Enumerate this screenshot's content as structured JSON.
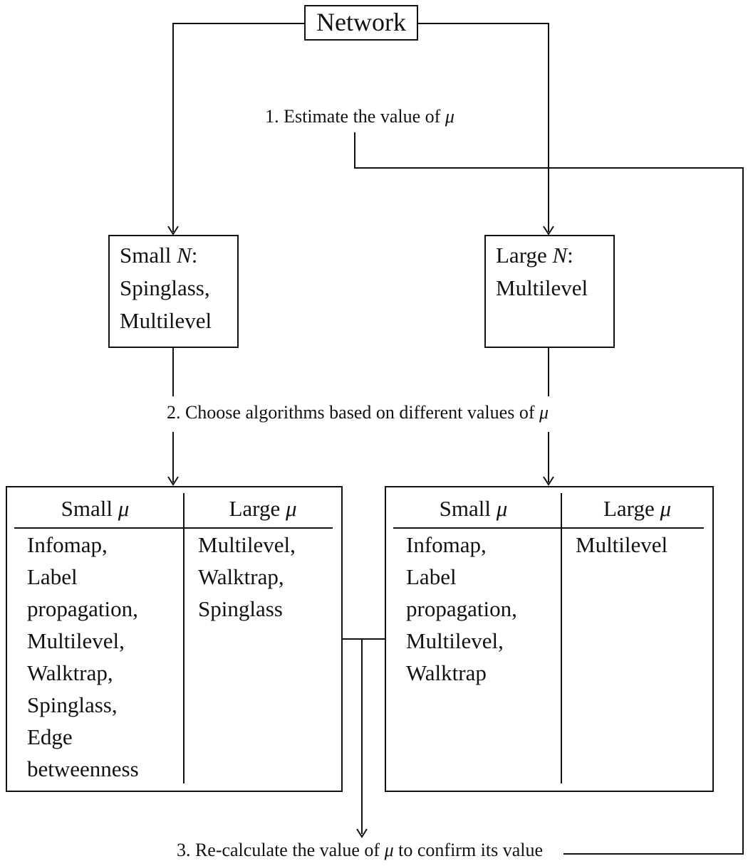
{
  "colors": {
    "ink": "#121212",
    "background": "#ffffff"
  },
  "network_box": {
    "label": "Network"
  },
  "steps": {
    "step1": {
      "prefix": "1. Estimate the value of ",
      "mu": "μ"
    },
    "step2": {
      "prefix": "2. Choose algorithms based on different values of ",
      "mu": "μ"
    },
    "step3": {
      "prefix": "3. Re-calculate the value of ",
      "mu": "μ",
      "suffix": " to confirm its value"
    }
  },
  "small_n_box": {
    "prefix": "Small ",
    "var": "N",
    "colon": ":",
    "lines": [
      "Spinglass,",
      "Multilevel"
    ]
  },
  "large_n_box": {
    "prefix": "Large ",
    "var": "N",
    "colon": ":",
    "lines": [
      "Multilevel"
    ]
  },
  "left_table": {
    "header_small": {
      "prefix": "Small ",
      "mu": "μ"
    },
    "header_large": {
      "prefix": "Large ",
      "mu": "μ"
    },
    "small_mu_lines": [
      "Infomap,",
      "Label",
      "propagation,",
      "Multilevel,",
      "Walktrap,",
      "Spinglass,",
      "Edge",
      "betweenness"
    ],
    "large_mu_lines": [
      "Multilevel,",
      "Walktrap,",
      "Spinglass"
    ]
  },
  "right_table": {
    "header_small": {
      "prefix": "Small ",
      "mu": "μ"
    },
    "header_large": {
      "prefix": "Large ",
      "mu": "μ"
    },
    "small_mu_lines": [
      "Infomap,",
      "Label",
      "propagation,",
      "Multilevel,",
      "Walktrap"
    ],
    "large_mu_lines": [
      "Multilevel"
    ]
  }
}
